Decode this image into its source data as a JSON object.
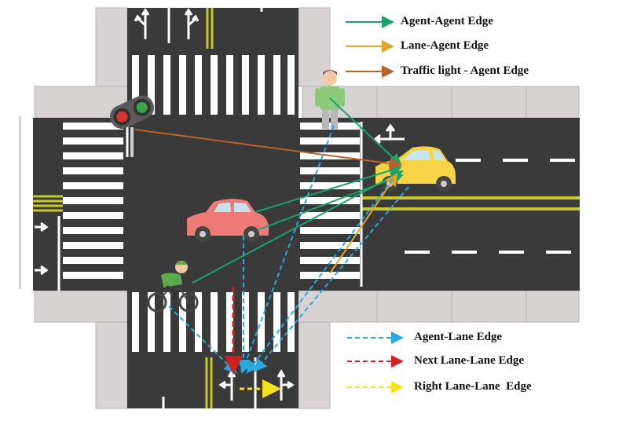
{
  "legend": {
    "top": [
      {
        "label": "Agent-Agent Edge",
        "color": "#1aa36a",
        "style": "solid"
      },
      {
        "label": "Lane-Agent Edge",
        "color": "#e0a42a",
        "style": "solid"
      },
      {
        "label": "Traffic light - Agent Edge",
        "color": "#b8632c",
        "style": "solid"
      }
    ],
    "bottom": [
      {
        "label": "Agent-Lane Edge",
        "color": "#2ba8e0",
        "style": "dashed"
      },
      {
        "label": "Next Lane-Lane Edge",
        "color": "#d21f1f",
        "style": "dashed"
      },
      {
        "label": "Right Lane-Lane  Edge",
        "color": "#f2e21a",
        "style": "dashed"
      }
    ]
  },
  "colors": {
    "road": "#3a3a3a",
    "sidewalk": "#d8d3d3",
    "sidewalk_edge": "#b9b2b2",
    "lane_yellow": "#c8c82a",
    "car_red": "#f07a78",
    "car_yellow": "#f6d446",
    "pedestrian_shirt": "#8dc97a",
    "cyclist_shirt": "#5caa4c"
  },
  "agents": [
    "pedestrian",
    "yellow-car",
    "red-car",
    "cyclist",
    "traffic-light"
  ]
}
